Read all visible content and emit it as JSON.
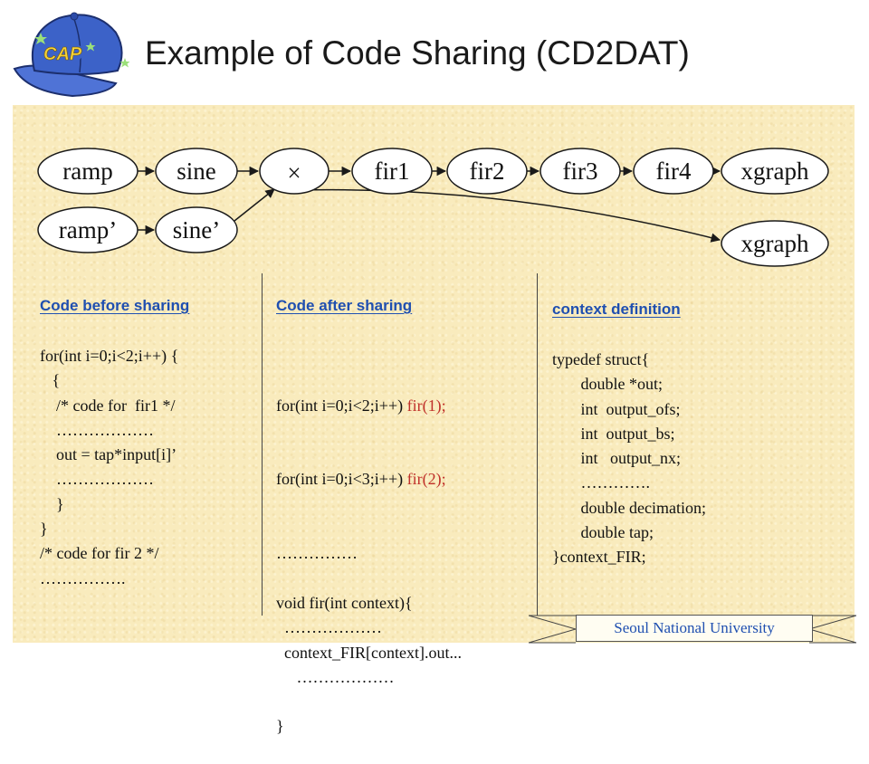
{
  "title": "Example of Code Sharing (CD2DAT)",
  "logo_text": "CAP",
  "colors": {
    "heading": "#1f4fb0",
    "highlight": "#c0312b",
    "paper": "#f9ebbd",
    "cap": "#3c62c8"
  },
  "diagram": {
    "nodes": [
      {
        "id": "ramp",
        "label": "ramp"
      },
      {
        "id": "sine",
        "label": "sine"
      },
      {
        "id": "mult",
        "label": "×"
      },
      {
        "id": "fir1",
        "label": "fir1"
      },
      {
        "id": "fir2",
        "label": "fir2"
      },
      {
        "id": "fir3",
        "label": "fir3"
      },
      {
        "id": "fir4",
        "label": "fir4"
      },
      {
        "id": "xgraph1",
        "label": "xgraph"
      },
      {
        "id": "ramp2",
        "label": "ramp’"
      },
      {
        "id": "sine2",
        "label": "sine’"
      },
      {
        "id": "xgraph2",
        "label": "xgraph"
      }
    ],
    "edges": [
      [
        "ramp",
        "sine"
      ],
      [
        "sine",
        "mult"
      ],
      [
        "mult",
        "fir1"
      ],
      [
        "fir1",
        "fir2"
      ],
      [
        "fir2",
        "fir3"
      ],
      [
        "fir3",
        "fir4"
      ],
      [
        "fir4",
        "xgraph1"
      ],
      [
        "ramp2",
        "sine2"
      ],
      [
        "sine2",
        "mult"
      ],
      [
        "mult",
        "xgraph2"
      ]
    ]
  },
  "before": {
    "heading": "Code before sharing",
    "lines": [
      "for(int i=0;i<2;i++) {",
      "   {",
      "    /* code for  fir1 */",
      "    ………………",
      "    out = tap*input[i]’",
      "    ………………",
      "    }",
      "}",
      "/* code for fir 2 */",
      "……………."
    ]
  },
  "after": {
    "heading": "Code after sharing",
    "line1": "for(int i=0;i<2;i++) ",
    "line1_red": "fir(1);",
    "line2": "for(int i=0;i<3;i++) ",
    "line2_red": "fir(2);",
    "lines": [
      "……………",
      "",
      "void fir(int context){",
      "  ………………",
      "  context_FIR[context].out...",
      "     ………………",
      "",
      "}"
    ]
  },
  "context": {
    "heading": "context definition",
    "lines": [
      "typedef struct{",
      "       double *out;",
      "       int  output_ofs;",
      "       int  output_bs;",
      "       int   output_nx;",
      "       ………….",
      "       double decimation;",
      "       double tap;",
      "}context_FIR;"
    ]
  },
  "footer": "Seoul National University"
}
